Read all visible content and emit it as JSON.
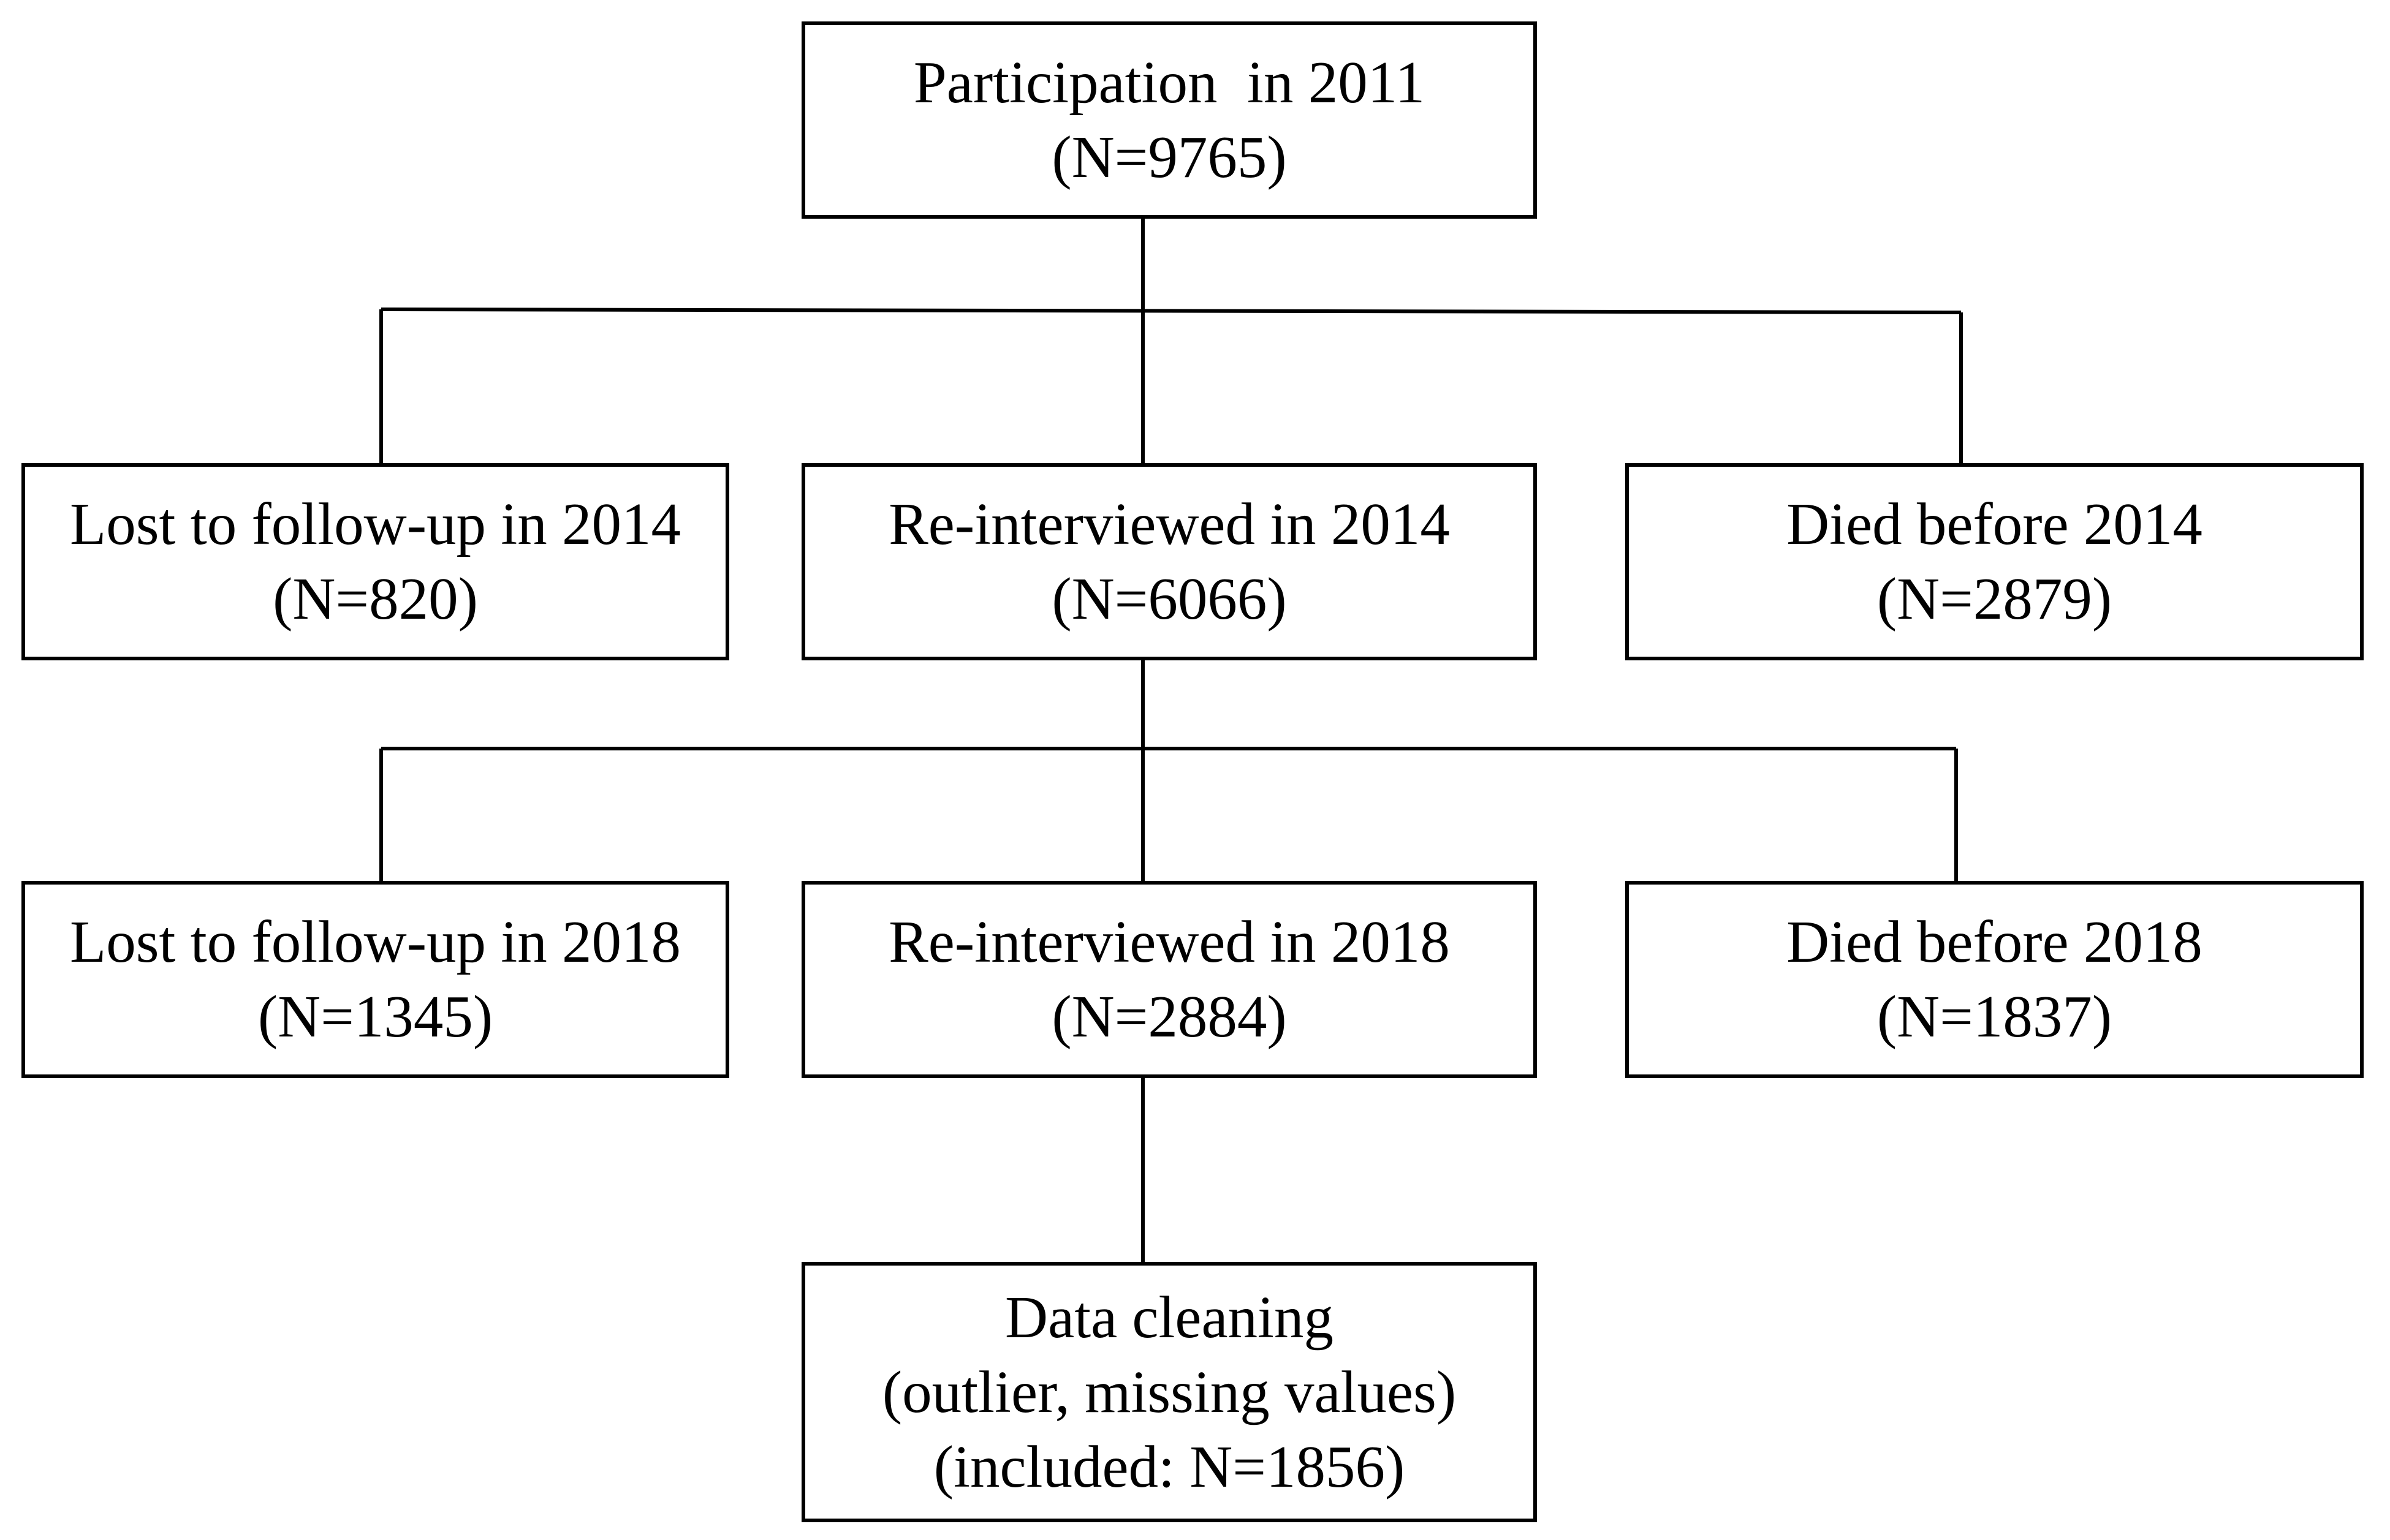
{
  "flowchart": {
    "root": {
      "line1": "Participation  in 2011",
      "line2": "(N=9765)"
    },
    "wave2014": {
      "lost": {
        "line1": "Lost to follow-up in 2014",
        "line2": "(N=820)"
      },
      "reinterviewed": {
        "line1": "Re-interviewed in 2014",
        "line2": "(N=6066)"
      },
      "died": {
        "line1": "Died before 2014",
        "line2": "(N=2879)"
      }
    },
    "wave2018": {
      "lost": {
        "line1": "Lost to follow-up in 2018",
        "line2": "(N=1345)"
      },
      "reinterviewed": {
        "line1": "Re-interviewed in 2018",
        "line2": "(N=2884)"
      },
      "died": {
        "line1": "Died before 2018",
        "line2": "(N=1837)"
      }
    },
    "cleaning": {
      "line1": "Data cleaning",
      "line2": "(outlier, missing values)",
      "line3": "(included: N=1856)"
    }
  }
}
